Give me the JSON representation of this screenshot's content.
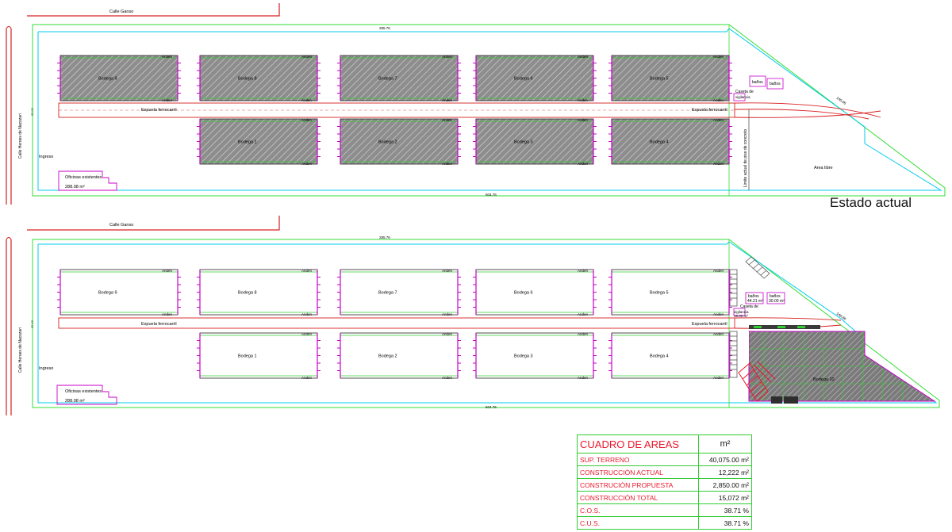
{
  "labels": {
    "calle_ganso": "Calle Ganso",
    "calle_heroes": "Calle Heroes de Nacozari",
    "ingreso": "Ingreso",
    "oficinas": "Oficinas existentes",
    "oficinas_area": "288.08 m²",
    "espuela": "Espuela ferrocarril",
    "anden": "Anden",
    "banos": "baños",
    "caseta": "Caseta de",
    "caseta2": "vigilancia",
    "limite": "Limite actual de piso de concreto",
    "area_libre": "Area libre",
    "dim_top": "285.76",
    "dim_bottom": "504.76",
    "dim_left": "69.96",
    "dim_diag": "140.86",
    "banos_area1": "44.21 m²",
    "banos_area2": "30.00 m²",
    "caseta_area": "15.00 m²",
    "bodega_10": "Bodega 10"
  },
  "bodegas_top": [
    "Bodega 9",
    "Bodega 8",
    "Bodega 7",
    "Bodega 6",
    "Bodega 5"
  ],
  "bodegas_bottom": [
    "Bodega 1",
    "Bodega 2",
    "Bodega 3",
    "Bodega 4"
  ],
  "estado_title": "Estado actual",
  "cuadro": {
    "title": "CUADRO DE AREAS",
    "unit": "m²",
    "rows": [
      {
        "label": "SUP. TERRENO",
        "value": "40,075.00 m²"
      },
      {
        "label": "CONSTRUCCIÓN ACTUAL",
        "value": "12,222 m²"
      },
      {
        "label": "CONSTRUCIÓN PROPUESTA",
        "value": "2,850.00 m²"
      },
      {
        "label": "CONSTRUCCIÓN TOTAL",
        "value": "15,072 m²"
      },
      {
        "label": "C.O.S.",
        "value": "38.71 %"
      },
      {
        "label": "C.U.S.",
        "value": "38.71 %"
      }
    ]
  },
  "colors": {
    "boundary": "#33dd33",
    "inner": "#00ccee",
    "road": "#d62020",
    "bodega_edge": "#c800c8",
    "bodega_fill": "#8a8a8a"
  }
}
